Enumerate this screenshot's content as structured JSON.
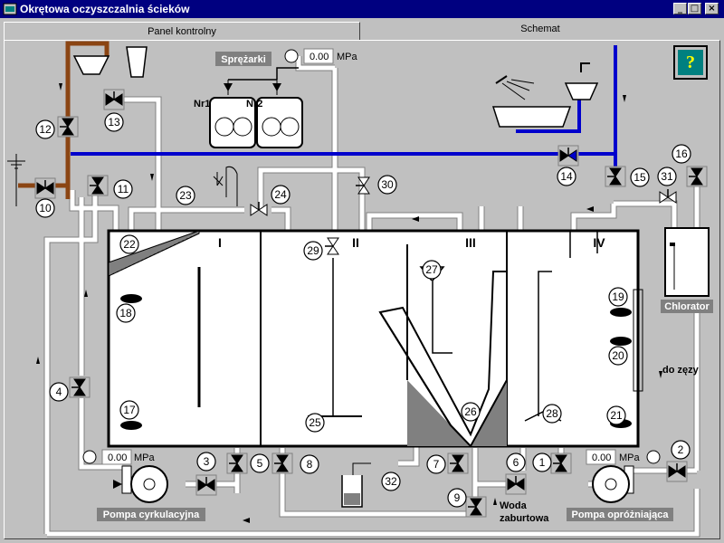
{
  "window": {
    "title": "Okrętowa oczyszczalnia ścieków",
    "min": "_",
    "max": "□",
    "close": "×"
  },
  "tabs": [
    {
      "label": "Panel kontrolny"
    },
    {
      "label": "Schemat"
    }
  ],
  "help": {
    "label": "?"
  },
  "labels": {
    "compressors": "Sprężarki",
    "nr1": "Nr1",
    "nr2": "Nr2",
    "chlorator": "Chlorator",
    "pump_circ": "Pompa cyrkulacyjna",
    "pump_empty": "Pompa opróżniająca",
    "to_bilge": "do zęzy",
    "seawater_1": "Woda",
    "seawater_2": "zaburtowa"
  },
  "pressure": {
    "top": "0.00",
    "left": "0.00",
    "right": "0.00",
    "unit": "MPa"
  },
  "chambers": [
    "I",
    "II",
    "III",
    "IV"
  ],
  "markers": [
    "1",
    "2",
    "3",
    "4",
    "5",
    "6",
    "7",
    "8",
    "9",
    "10",
    "11",
    "12",
    "13",
    "14",
    "15",
    "16",
    "17",
    "18",
    "19",
    "20",
    "21",
    "22",
    "23",
    "24",
    "25",
    "26",
    "27",
    "28",
    "29",
    "30",
    "31",
    "32"
  ],
  "colors": {
    "brown": "#8b4513",
    "blue": "#0000cc",
    "titlebar": "#000080",
    "help": "#008080"
  }
}
